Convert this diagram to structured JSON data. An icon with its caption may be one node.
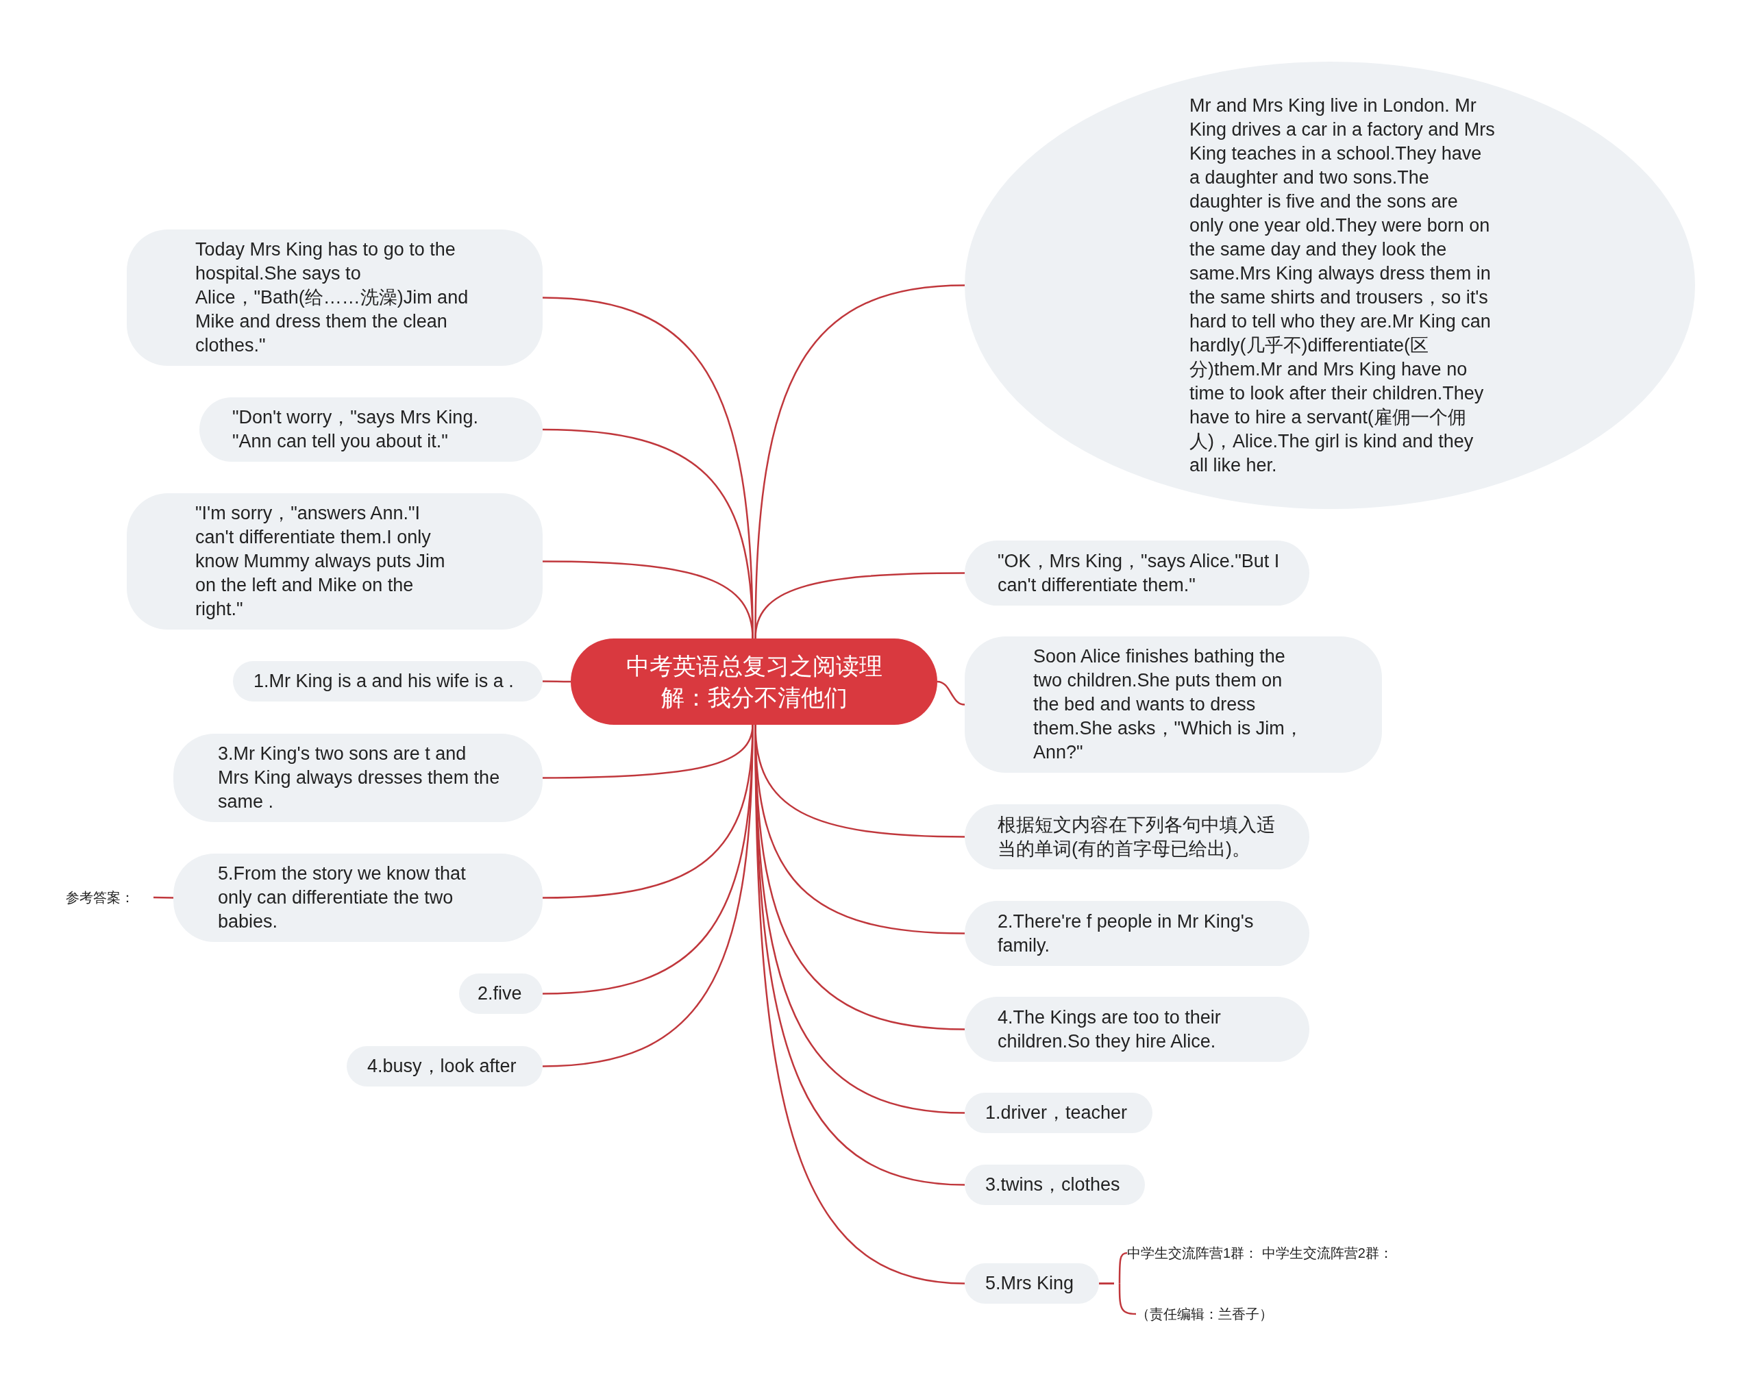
{
  "diagram": {
    "nodes": [
      {
        "text": [
          "中考英语总复习之阅读理解：我分不清他们"
        ]
      },
      {
        "text": [
          "Mr and Mrs King live in London. Mr King drives a car in a factory and Mrs King teaches in a school.They have a daughter and two sons.The daughter is five and the sons are only one year old.They were born on the same day and they look the same.Mrs King always dress them in the same shirts and trousers，so it's hard to tell who they are.Mr King can hardly(几乎不)differentiate(区分)them.Mr and Mrs King have no time to look after their children.They have to hire a servant(雇佣一个佣人)，Alice.The girl is kind and they all like her."
        ]
      },
      {
        "text": [
          "\"OK，Mrs King，\"says Alice.\"But I can't differentiate them.\""
        ]
      },
      {
        "text": [
          "Soon Alice finishes bathing the two children.She puts them on the bed and wants to dress them.She asks，\"Which is Jim，Ann?\""
        ]
      },
      {
        "text": [
          "根据短文内容在下列各句中填入适当的单词(有的首字母已给出)。"
        ]
      },
      {
        "text": [
          "2.There're f people in Mr King's family."
        ]
      },
      {
        "text": [
          "4.The Kings are too to their children.So they hire Alice."
        ]
      },
      {
        "text": [
          "1.driver，teacher"
        ]
      },
      {
        "text": [
          "3.twins，clothes"
        ]
      },
      {
        "text": [
          "5.Mrs King"
        ]
      },
      {
        "text": [
          "Today Mrs King has to go to the hospital.She says to Alice，\"Bath(给……洗澡)Jim and Mike and dress them the clean clothes.\""
        ]
      },
      {
        "text": [
          "\"Don't worry，\"says Mrs King. \"Ann can tell you about it.\""
        ]
      },
      {
        "text": [
          "\"I'm sorry，\"answers Ann.\"I can't differentiate them.I only know Mummy always puts Jim on the left and Mike on the right.\""
        ]
      },
      {
        "text": [
          "1.Mr King is a and his wife is a ."
        ]
      },
      {
        "text": [
          "3.Mr King's two sons are t and Mrs King always dresses them the same ."
        ]
      },
      {
        "text": [
          "5.From the story we know that only can differentiate the two babies."
        ]
      },
      {
        "text": [
          "2.five"
        ]
      },
      {
        "text": [
          "4.busy，look after"
        ]
      },
      {
        "text": [
          "参考答案："
        ]
      },
      {
        "text": [
          "中学生交流阵营1群：  中学生交流阵营2群："
        ]
      },
      {
        "text": [
          "（责任编辑：兰香子）"
        ]
      }
    ],
    "edges": [
      {
        "from": 0,
        "to": 1,
        "arrow": "none"
      },
      {
        "from": 0,
        "to": 2,
        "arrow": "none"
      },
      {
        "from": 0,
        "to": 3,
        "arrow": "none"
      },
      {
        "from": 0,
        "to": 4,
        "arrow": "none"
      },
      {
        "from": 0,
        "to": 5,
        "arrow": "none"
      },
      {
        "from": 0,
        "to": 6,
        "arrow": "none"
      },
      {
        "from": 0,
        "to": 7,
        "arrow": "none"
      },
      {
        "from": 0,
        "to": 8,
        "arrow": "none"
      },
      {
        "from": 0,
        "to": 9,
        "arrow": "none"
      },
      {
        "from": 0,
        "to": 10,
        "arrow": "none"
      },
      {
        "from": 0,
        "to": 11,
        "arrow": "none"
      },
      {
        "from": 0,
        "to": 12,
        "arrow": "none"
      },
      {
        "from": 0,
        "to": 13,
        "arrow": "none"
      },
      {
        "from": 0,
        "to": 14,
        "arrow": "none"
      },
      {
        "from": 0,
        "to": 15,
        "arrow": "none"
      },
      {
        "from": 0,
        "to": 16,
        "arrow": "none"
      },
      {
        "from": 0,
        "to": 17,
        "arrow": "none"
      },
      {
        "from": 15,
        "to": 18,
        "arrow": "none"
      },
      {
        "from": 9,
        "to": 19,
        "arrow": "none"
      },
      {
        "from": 9,
        "to": 20,
        "arrow": "none"
      }
    ]
  }
}
